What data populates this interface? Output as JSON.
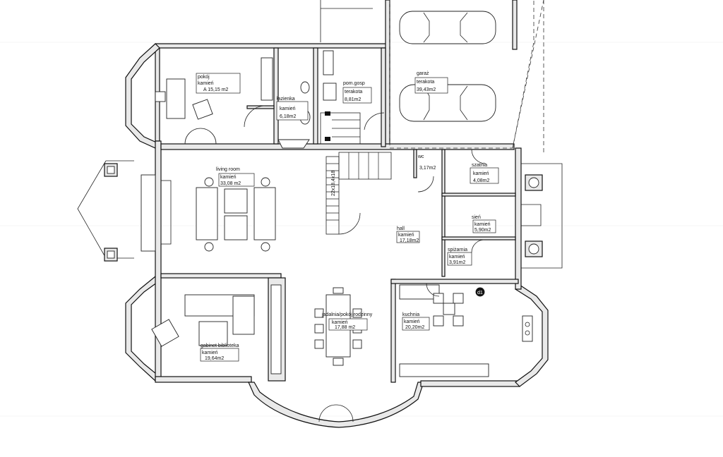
{
  "rooms": {
    "pokoj": {
      "name": "pokój",
      "floor": "kamień",
      "area": "A 15,15 m2"
    },
    "lazienka": {
      "name": "łazienka",
      "floor": "kamień",
      "area": "6,18m2"
    },
    "pom_gosp": {
      "name": "pom.gosp",
      "floor": "terakota",
      "area": "8,81m2"
    },
    "garaz": {
      "name": "garaż",
      "floor": "terakota",
      "area": "39,43m2"
    },
    "wc": {
      "name": "wc",
      "floor": "",
      "area": "3,17m2"
    },
    "szatnia": {
      "name": "szatnia",
      "floor": "kamień",
      "area": "4,08m2"
    },
    "living": {
      "name": "living room",
      "floor": "kamień",
      "area": "33,08 m2"
    },
    "hall": {
      "name": "hall",
      "floor": "kamień",
      "area": "17,18m2"
    },
    "sien": {
      "name": "sień",
      "floor": "kamień",
      "area": "5,90m2"
    },
    "spizarnia": {
      "name": "spiżarnia",
      "floor": "kamień",
      "area": "3,91m2"
    },
    "jadalnia": {
      "name": "jadalnia/pokój rodzinny",
      "floor": "kamień",
      "area": "17,88 m2"
    },
    "kuchnia": {
      "name": "kuchnia",
      "floor": "kamień",
      "area": "20,20m2"
    },
    "gabinet": {
      "name": "gabinet biblioteka",
      "floor": "kamień",
      "area": "19,64m2"
    }
  },
  "stairs_note": "22x18,4x18",
  "marker": "d1"
}
